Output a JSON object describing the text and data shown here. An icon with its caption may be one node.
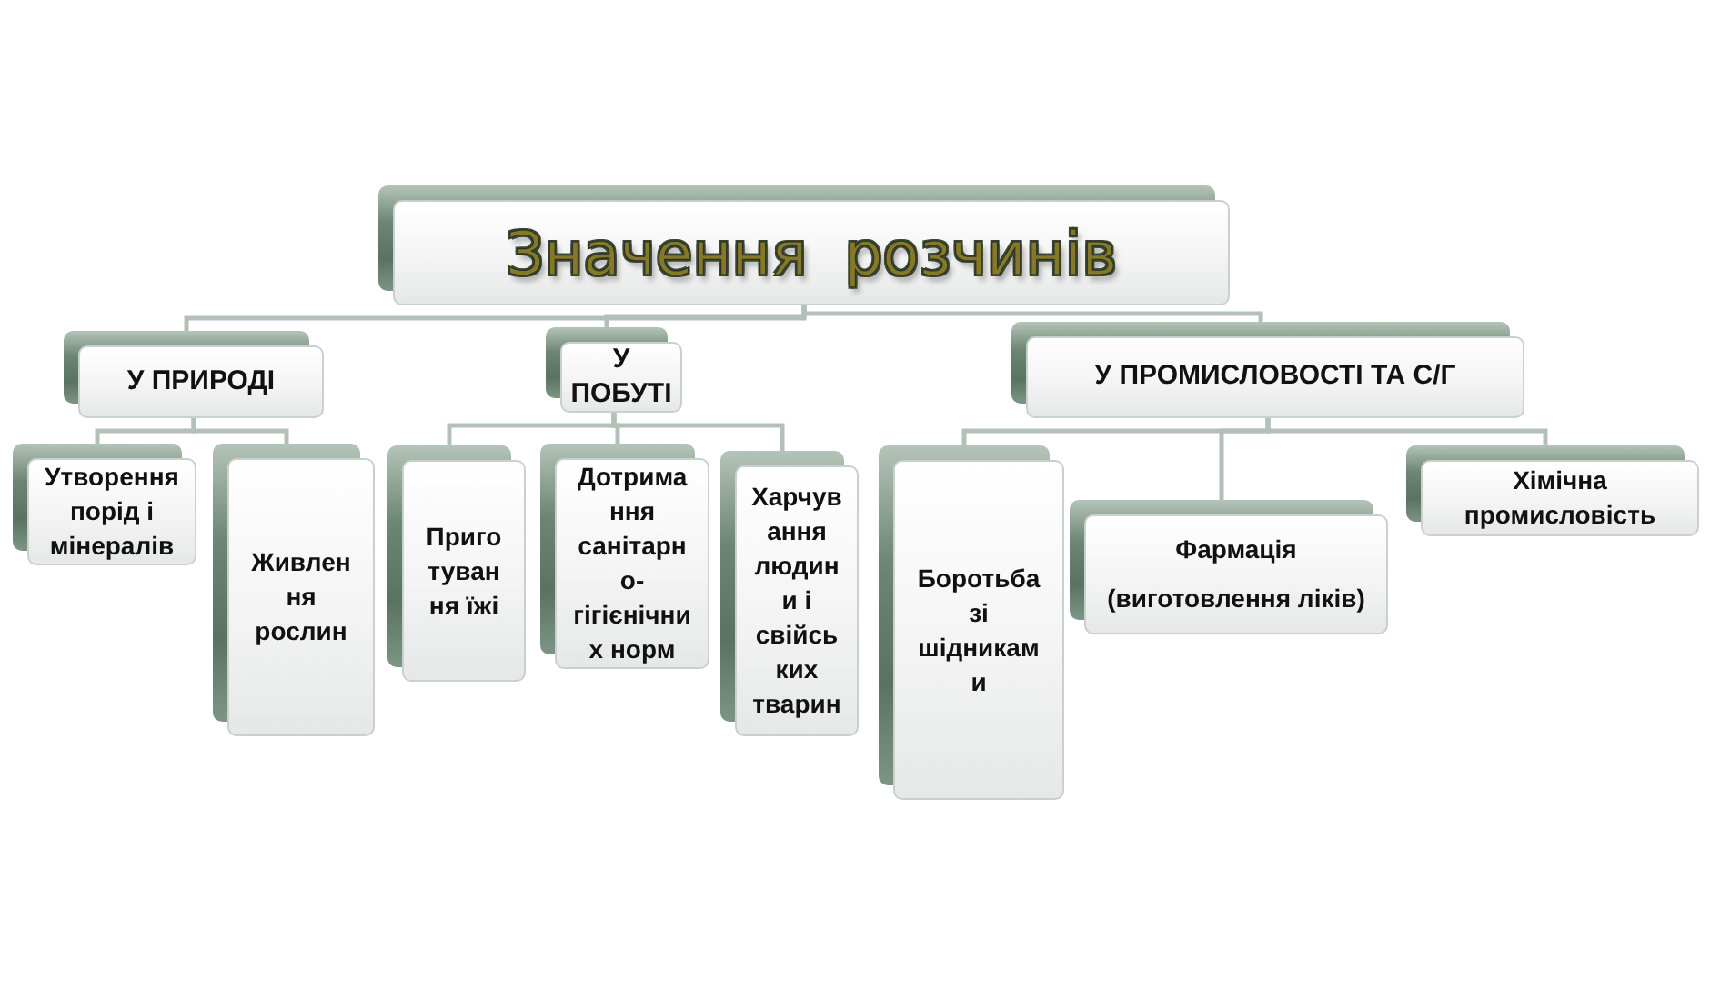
{
  "diagram": {
    "nodes": [
      {
        "text": [
          "Значення розчинів"
        ]
      },
      {
        "text": [
          "У ПРИРОДІ"
        ]
      },
      {
        "text": [
          "Утворення порід і мінералів"
        ]
      },
      {
        "text": [
          "Живлення рослин"
        ]
      },
      {
        "text": [
          "У ПОБУТІ"
        ]
      },
      {
        "text": [
          "Приготування їжі"
        ]
      },
      {
        "text": [
          "Дотримання санітарно-гігієнічних норм"
        ]
      },
      {
        "text": [
          "Харчування людини і свійських тварин"
        ]
      },
      {
        "text": [
          "У ПРОМИСЛОВОСТІ ТА С/Г"
        ]
      },
      {
        "text": [
          "Боротьба зі шідниками"
        ]
      },
      {
        "text": [
          "Фармація",
          "(виготовлення ліків)"
        ]
      },
      {
        "text": [
          "Хімічна промисловість"
        ]
      }
    ],
    "edges": [
      {
        "from": 0,
        "to": 1,
        "arrow": "none"
      },
      {
        "from": 0,
        "to": 4,
        "arrow": "none"
      },
      {
        "from": 0,
        "to": 8,
        "arrow": "none"
      },
      {
        "from": 1,
        "to": 2,
        "arrow": "none"
      },
      {
        "from": 1,
        "to": 3,
        "arrow": "none"
      },
      {
        "from": 4,
        "to": 5,
        "arrow": "none"
      },
      {
        "from": 4,
        "to": 6,
        "arrow": "none"
      },
      {
        "from": 4,
        "to": 7,
        "arrow": "none"
      },
      {
        "from": 8,
        "to": 9,
        "arrow": "none"
      },
      {
        "from": 8,
        "to": 10,
        "arrow": "none"
      },
      {
        "from": 8,
        "to": 11,
        "arrow": "none"
      }
    ]
  }
}
